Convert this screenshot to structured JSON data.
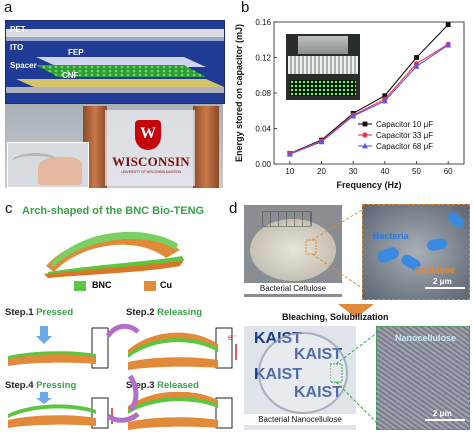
{
  "panels": {
    "a": {
      "label": "a",
      "layers": {
        "pet": "PET",
        "ito": "ITO",
        "fep": "FEP",
        "spacer": "Spacer",
        "cnf": "CNF"
      },
      "logo_text": "WISCONSIN",
      "logo_subtext": "UNIVERSITY OF WISCONSIN-MADISON"
    },
    "b": {
      "label": "b"
    },
    "c": {
      "label": "c",
      "title": "Arch-shaped of the BNC Bio-TENG",
      "legend": [
        {
          "label": "BNC",
          "color": "#5cc640"
        },
        {
          "label": "Cu",
          "color": "#e08a3a"
        }
      ],
      "steps": [
        {
          "prefix": "Step.1",
          "word": "Pressed"
        },
        {
          "prefix": "Step.2",
          "word": "Releasing"
        },
        {
          "prefix": "Step.3",
          "word": "Released"
        },
        {
          "prefix": "Step.4",
          "word": "Pressing"
        }
      ],
      "electron_label": "e⁻"
    },
    "d": {
      "label": "d",
      "bacterial_cellulose": "Bacterial Cellulose",
      "bacteria_label": "Bacteria",
      "cellulose_label": "Cellulose",
      "scale_top": "2 μm",
      "process_label": "Bleaching, Solubilization",
      "bacterial_nanocellulose": "Bacterial Nanocellulose",
      "nanocellulose_label": "Nanocellulose",
      "scale_bottom": "2 μm",
      "kaist": "KAIST"
    }
  },
  "chart_data": {
    "type": "line",
    "x": [
      10,
      20,
      30,
      40,
      50,
      60
    ],
    "xlabel": "Frequency (Hz)",
    "ylabel": "Energy stored on capacitor (mJ)",
    "xlim": [
      5,
      65
    ],
    "ylim": [
      0,
      0.16
    ],
    "xticks": [
      10,
      20,
      30,
      40,
      50,
      60
    ],
    "yticks": [
      0.0,
      0.04,
      0.08,
      0.12,
      0.16
    ],
    "legend_position": "bottom-right",
    "series": [
      {
        "name": "Capacitor 10 μF",
        "color": "#111111",
        "marker": "square",
        "values": [
          0.012,
          0.027,
          0.057,
          0.077,
          0.12,
          0.157
        ]
      },
      {
        "name": "Capacitor 33 μF",
        "color": "#e8344a",
        "marker": "circle",
        "values": [
          0.012,
          0.026,
          0.055,
          0.073,
          0.113,
          0.135
        ]
      },
      {
        "name": "Capacitor 68 μF",
        "color": "#5a5adf",
        "marker": "triangle",
        "values": [
          0.011,
          0.025,
          0.054,
          0.071,
          0.11,
          0.134
        ]
      }
    ]
  }
}
